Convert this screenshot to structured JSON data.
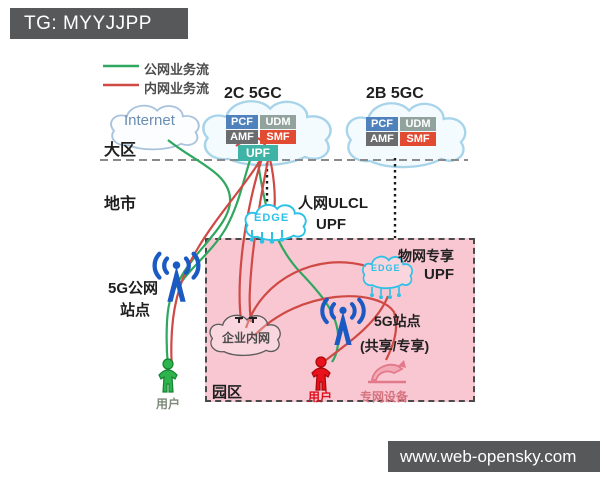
{
  "badge": {
    "text": "TG: MYYJJPP"
  },
  "watermark": {
    "text": "www.web-opensky.com"
  },
  "legend": {
    "public_label": "公网业务流",
    "private_label": "内网业务流"
  },
  "zones": {
    "region_label": "大区",
    "city_label": "地市",
    "campus_label": "园区"
  },
  "clouds": {
    "internet": "Internet",
    "core_2c_title": "2C 5GC",
    "core_2b_title": "2B 5GC",
    "edge_city": "EDGE",
    "edge_campus": "EDGE",
    "enterprise": "企业内网"
  },
  "nfv_2c": {
    "pcf": "PCF",
    "udm": "UDM",
    "amf": "AMF",
    "smf": "SMF",
    "upf": "UPF"
  },
  "nfv_2b": {
    "pcf": "PCF",
    "udm": "UDM",
    "amf": "AMF",
    "smf": "SMF"
  },
  "nodes": {
    "ulcl_line1": "人网ULCL",
    "ulcl_line2": "UPF",
    "iot_line1": "物网专享",
    "iot_line2": "UPF",
    "public_site_line1": "5G公网",
    "public_site_line2": "站点",
    "campus_site_line1": "5G站点",
    "campus_site_line2": "(共享/专享)",
    "user_public": "用户",
    "user_campus": "用户",
    "device": "专网设备"
  },
  "colors": {
    "public_flow_green": "#2fa75f",
    "private_flow_red": "#cf4a45",
    "campus_zone_pink": "#f9c7d2",
    "pcf_blue": "#4f81bd",
    "udm_gray_green": "#92a39e",
    "amf_gray": "#6a6c6e",
    "smf_red": "#e14b31",
    "upf_teal": "#3eb3a6",
    "edge_cyan": "#2ec1e6",
    "antenna_blue": "#1b5ac2",
    "badge_gray": "#57585a"
  }
}
